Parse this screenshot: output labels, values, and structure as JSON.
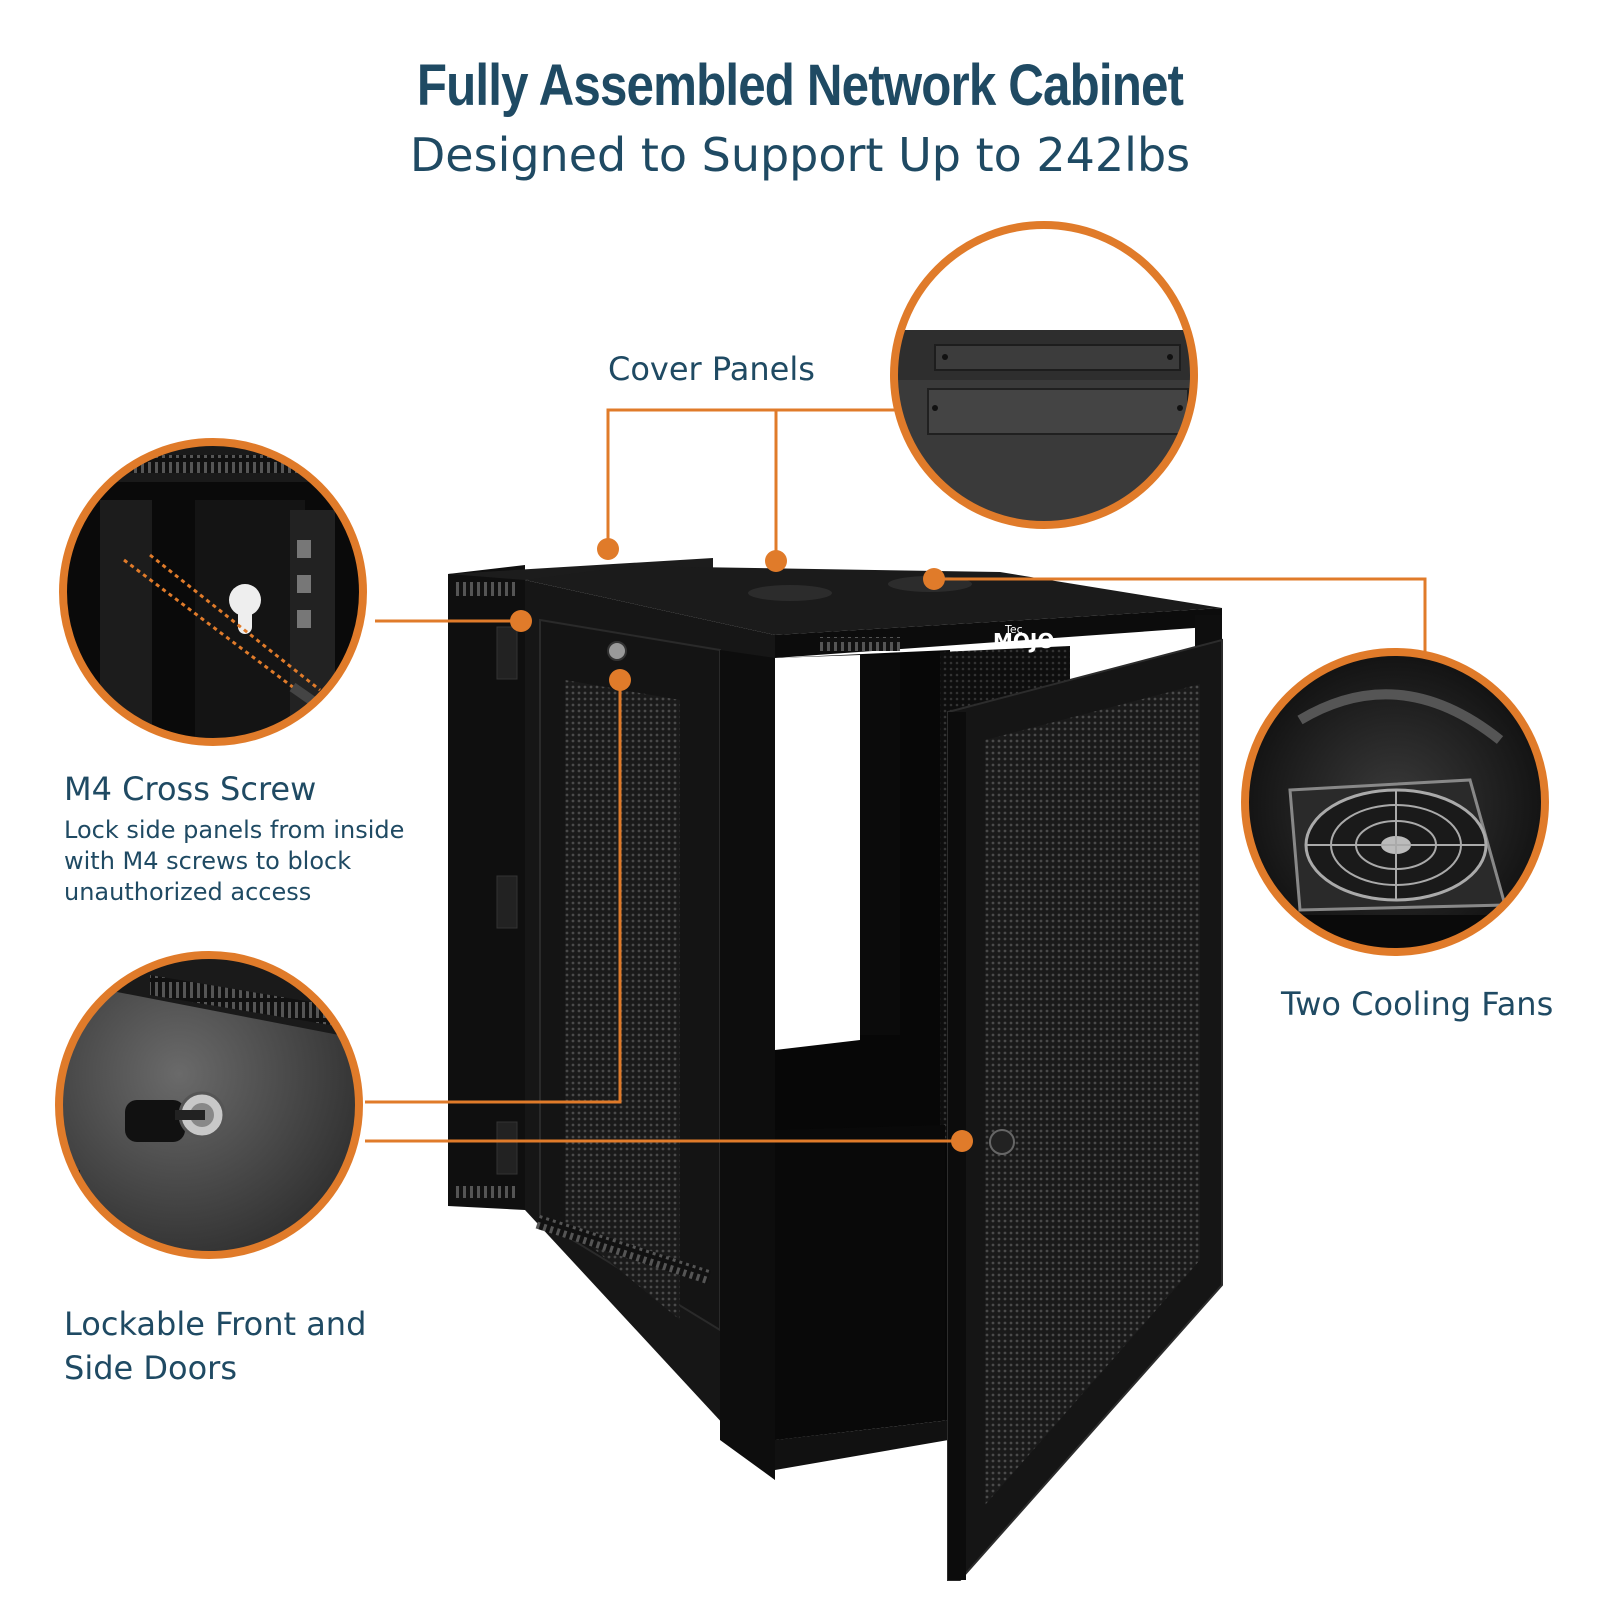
{
  "header": {
    "title": "Fully Assembled Network Cabinet",
    "subtitle": "Designed to Support Up to 242lbs"
  },
  "callouts": {
    "cover_panels": {
      "label": "Cover Panels"
    },
    "m4_screw": {
      "label": "M4 Cross Screw",
      "description_lines": [
        "Lock side panels from inside",
        "with M4 screws to block",
        "unauthorized access"
      ]
    },
    "cooling_fans": {
      "label": "Two Cooling Fans"
    },
    "lockable_doors": {
      "label_lines": [
        "Lockable Front and",
        "Side Doors"
      ]
    }
  },
  "product": {
    "brand_small": "Tec",
    "brand_large": "MOJO"
  },
  "colors": {
    "title_text": "#1f4a63",
    "accent_orange": "#e07b2a",
    "cabinet_black": "#141414",
    "background": "#ffffff"
  }
}
